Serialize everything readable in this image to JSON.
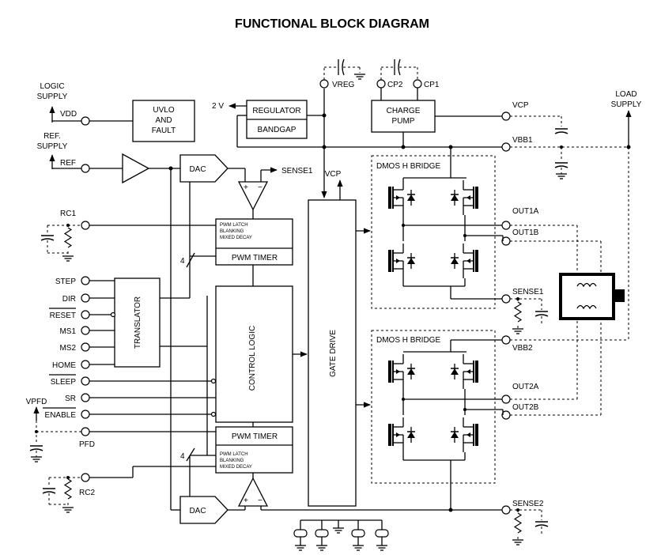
{
  "title": "FUNCTIONAL BLOCK DIAGRAM",
  "left_pins": {
    "logic_supply": [
      "LOGIC",
      "SUPPLY"
    ],
    "vdd": "VDD",
    "ref_supply": [
      "REF.",
      "SUPPLY"
    ],
    "ref": "REF",
    "rc1": "RC1",
    "step": "STEP",
    "dir": "DIR",
    "reset": "RESET",
    "ms1": "MS1",
    "ms2": "MS2",
    "home": "HOME",
    "sleep": "SLEEP",
    "sr": "SR",
    "vpfd": "VPFD",
    "enable": "ENABLE",
    "pfd": "PFD",
    "rc2": "RC2"
  },
  "blocks": {
    "uvlo": [
      "UVLO",
      "AND",
      "FAULT"
    ],
    "regulator": "REGULATOR",
    "bandgap": "BANDGAP",
    "two_v": "2 V",
    "charge_pump": [
      "CHARGE",
      "PUMP"
    ],
    "dac": "DAC",
    "sense1_label": "SENSE1",
    "vcp_label": "VCP",
    "pwm_small": [
      "PWM LATCH",
      "BLANKING",
      "MIXED DECAY"
    ],
    "pwm_timer": "PWM TIMER",
    "translator": "TRANSLATOR",
    "control_logic": "CONTROL LOGIC",
    "gate_drive": "GATE DRIVE",
    "bus_width": "4",
    "dmos_bridge": "DMOS H BRIDGE"
  },
  "top_pins": {
    "vreg": "VREG",
    "cp2": "CP2",
    "cp1": "CP1"
  },
  "right_pins": {
    "vcp": "VCP",
    "vbb1": "VBB1",
    "load_supply": [
      "LOAD",
      "SUPPLY"
    ],
    "out1a": "OUT1A",
    "out1b": "OUT1B",
    "sense1": "SENSE1",
    "vbb2": "VBB2",
    "out2a": "OUT2A",
    "out2b": "OUT2B",
    "sense2": "SENSE2"
  }
}
